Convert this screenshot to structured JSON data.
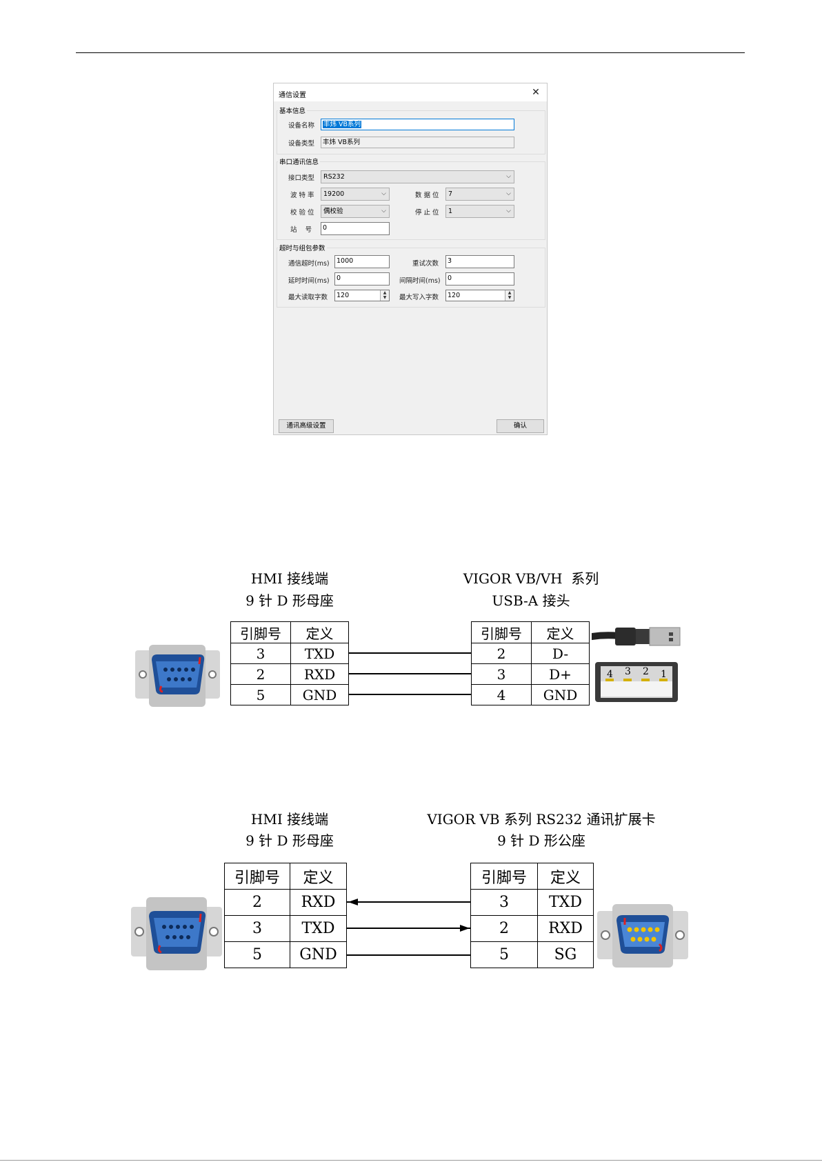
{
  "dialog": {
    "title": "通信设置",
    "close_glyph": "✕",
    "basic": {
      "group_title": "基本信息",
      "device_name_label": "设备名称",
      "device_name_value": "丰炜 VB系列",
      "device_type_label": "设备类型",
      "device_type_value": "丰炜 VB系列"
    },
    "serial": {
      "group_title": "串口通讯信息",
      "interface_label": "接口类型",
      "interface_value": "RS232",
      "baud_label": "波 特 率",
      "baud_value": "19200",
      "databits_label": "数 据 位",
      "databits_value": "7",
      "parity_label": "校 验 位",
      "parity_value": "偶校验",
      "stopbits_label": "停 止 位",
      "stopbits_value": "1",
      "station_label": "站    号",
      "station_value": "0"
    },
    "timeout": {
      "group_title": "超时与组包参数",
      "comm_timeout_label": "通信超时(ms)",
      "comm_timeout_value": "1000",
      "retry_label": "重试次数",
      "retry_value": "3",
      "delay_label": "延时时间(ms)",
      "delay_value": "0",
      "interval_label": "间隔时间(ms)",
      "interval_value": "0",
      "max_read_label": "最大读取字数",
      "max_read_value": "120",
      "max_write_label": "最大写入字数",
      "max_write_value": "120"
    },
    "advanced_button": "通讯高级设置",
    "ok_button": "确认",
    "chevron": "⌵"
  },
  "diagram1": {
    "left_title_1": "HMI 接线端",
    "left_title_2": "9 针 D 形母座",
    "right_title_1": "VIGOR VB/VH  系列",
    "right_title_2": "USB-A 接头",
    "left_table": {
      "headers": [
        "引脚号",
        "定义"
      ],
      "rows": [
        [
          "3",
          "TXD"
        ],
        [
          "2",
          "RXD"
        ],
        [
          "5",
          "GND"
        ]
      ]
    },
    "right_table": {
      "headers": [
        "引脚号",
        "定义"
      ],
      "rows": [
        [
          "2",
          "D-"
        ],
        [
          "3",
          "D+"
        ],
        [
          "4",
          "GND"
        ]
      ]
    },
    "usb_pin_numbers": [
      "4",
      "3",
      "2",
      "1"
    ]
  },
  "diagram2": {
    "left_title_1": "HMI 接线端",
    "left_title_2": "9 针 D 形母座",
    "right_title_1": "VIGOR VB 系列 RS232 通讯扩展卡",
    "right_title_2": "9 针 D 形公座",
    "left_table": {
      "headers": [
        "引脚号",
        "定义"
      ],
      "rows": [
        [
          "2",
          "RXD"
        ],
        [
          "3",
          "TXD"
        ],
        [
          "5",
          "GND"
        ]
      ]
    },
    "right_table": {
      "headers": [
        "引脚号",
        "定义"
      ],
      "rows": [
        [
          "3",
          "TXD"
        ],
        [
          "2",
          "RXD"
        ],
        [
          "5",
          "SG"
        ]
      ]
    }
  },
  "colors": {
    "accent": "#0078d7",
    "connector_blue": "#2f5fa8",
    "connector_pin_yellow": "#f2c400"
  }
}
